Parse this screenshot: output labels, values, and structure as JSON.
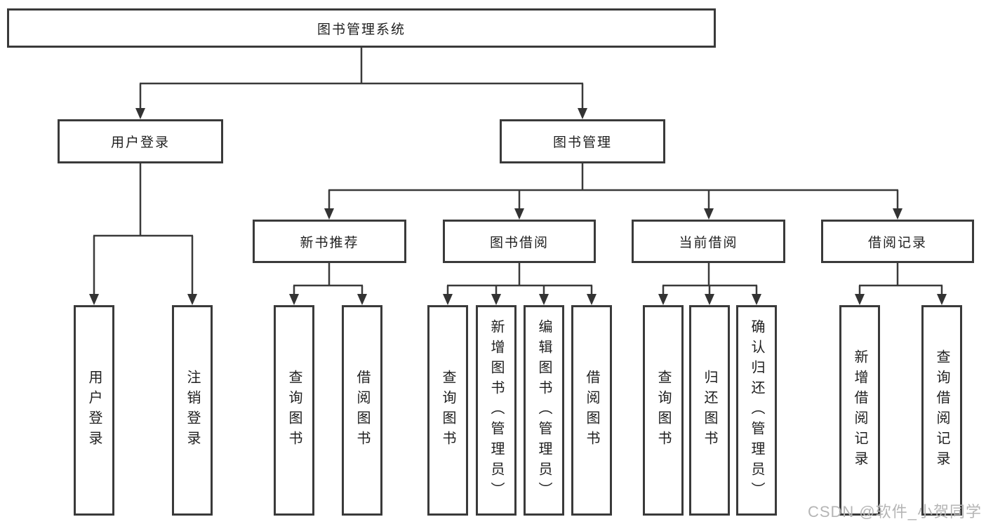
{
  "diagram_title": "图书管理系统",
  "tree": {
    "root": {
      "label": "图书管理系统"
    },
    "branches": [
      {
        "label": "用户登录",
        "children": [
          {
            "label": "用户登录"
          },
          {
            "label": "注销登录"
          }
        ]
      },
      {
        "label": "图书管理",
        "sections": [
          {
            "label": "新书推荐",
            "children": [
              {
                "label": "查询图书"
              },
              {
                "label": "借阅图书"
              }
            ]
          },
          {
            "label": "图书借阅",
            "children": [
              {
                "label": "查询图书"
              },
              {
                "label": "新增图书（管理员）"
              },
              {
                "label": "编辑图书（管理员）"
              },
              {
                "label": "借阅图书"
              }
            ]
          },
          {
            "label": "当前借阅",
            "children": [
              {
                "label": "查询图书"
              },
              {
                "label": "归还图书"
              },
              {
                "label": "确认归还（管理员）"
              }
            ]
          },
          {
            "label": "借阅记录",
            "children": [
              {
                "label": "新增借阅记录"
              },
              {
                "label": "查询借阅记录"
              }
            ]
          }
        ]
      }
    ]
  },
  "watermark": "CSDN @软件_小贺同学",
  "colors": {
    "line": "#3a3a3a",
    "box_border": "#3a3a3a",
    "text": "#1f1f1f",
    "watermark": "#b5b5b5",
    "background": "#ffffff"
  }
}
